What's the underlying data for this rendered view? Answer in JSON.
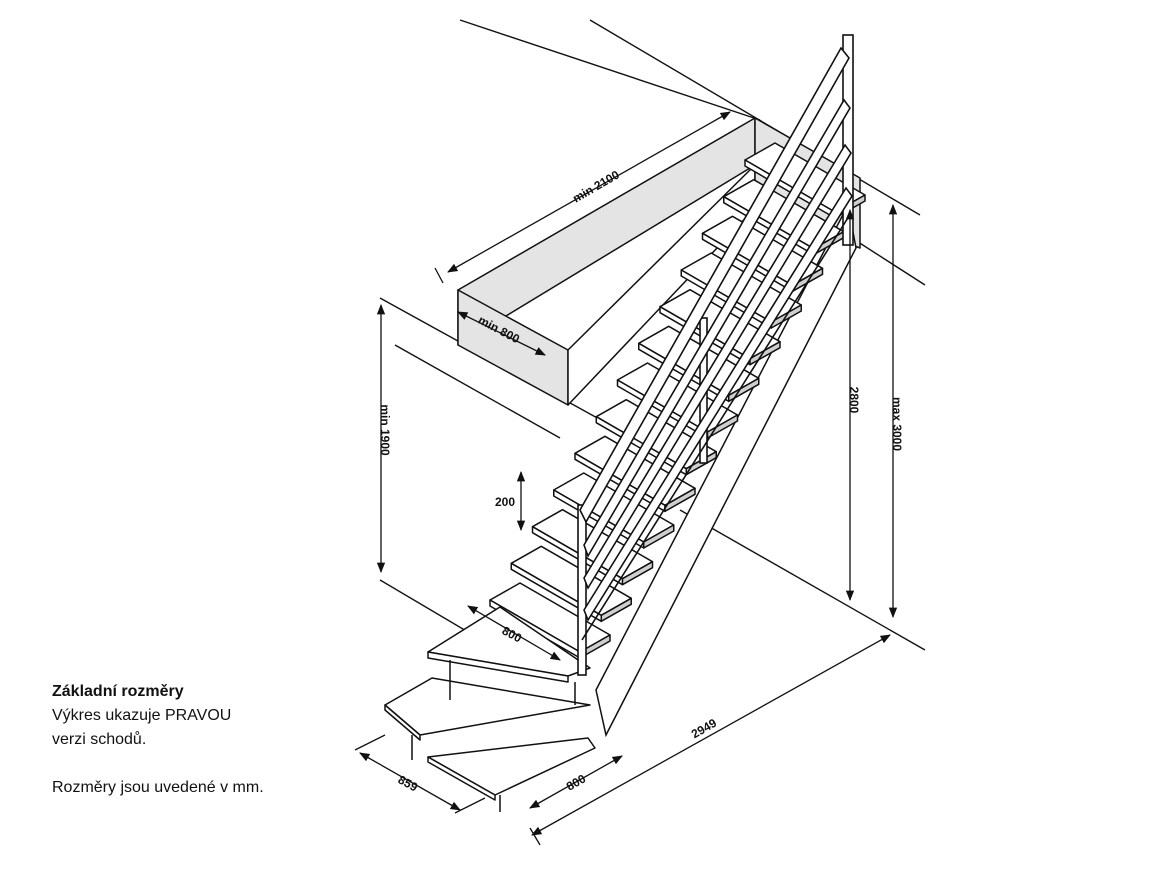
{
  "caption": {
    "title": "Základní rozměry",
    "line1": "Výkres ukazuje PRAVOU",
    "line2": "verzi schodů.",
    "units_note": "Rozměry jsou uvedené v mm."
  },
  "dimensions": {
    "opening_length": "min 2100",
    "opening_width": "min 800",
    "headroom": "min 1900",
    "step_rise": "200",
    "stair_width_upper": "800",
    "floor_height": "2800",
    "max_height": "max 3000",
    "total_run": "2949",
    "winder_depth": "859",
    "stair_width_lower": "800"
  },
  "colors": {
    "line": "#111111",
    "opening_fill": "#e4e4e4",
    "tread_fill": "#ffffff"
  }
}
